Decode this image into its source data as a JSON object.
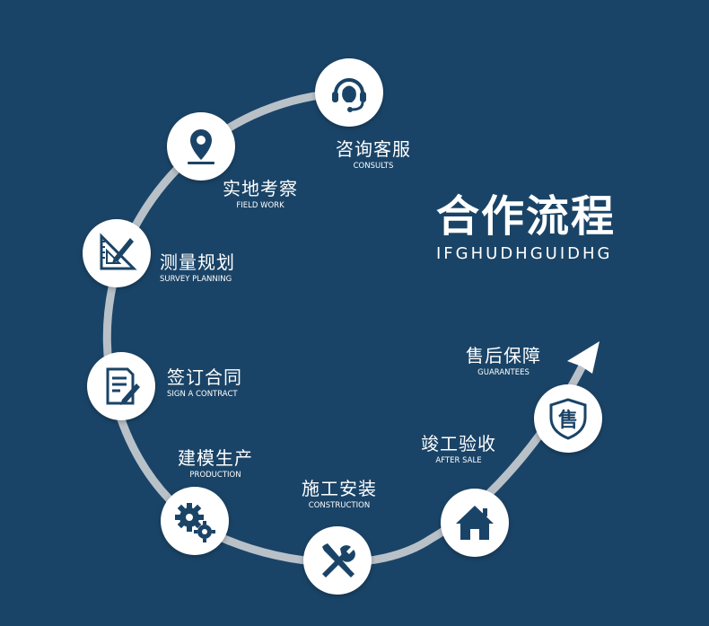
{
  "title": {
    "zh": "合作流程",
    "en": "IFGHUDHGUIDHG"
  },
  "colors": {
    "background": "#1a4467",
    "ring": "#b9c1c8",
    "icon": "#1a4467",
    "node_bg": "#ffffff"
  },
  "steps": [
    {
      "zh": "咨询客服",
      "en": "CONSULTS",
      "icon": "headset-icon"
    },
    {
      "zh": "实地考察",
      "en": "FIELD WORK",
      "icon": "location-pin-icon"
    },
    {
      "zh": "测量规划",
      "en": "SURVEY PLANNING",
      "icon": "ruler-pencil-icon"
    },
    {
      "zh": "签订合同",
      "en": "SIGN A CONTRACT",
      "icon": "contract-icon"
    },
    {
      "zh": "建模生产",
      "en": "PRODUCTION",
      "icon": "gears-icon"
    },
    {
      "zh": "施工安装",
      "en": "CONSTRUCTION",
      "icon": "tools-icon"
    },
    {
      "zh": "竣工验收",
      "en": "AFTER SALE",
      "icon": "house-icon"
    },
    {
      "zh": "售后保障",
      "en": "GUARANTEES",
      "icon": "shield-icon"
    }
  ]
}
